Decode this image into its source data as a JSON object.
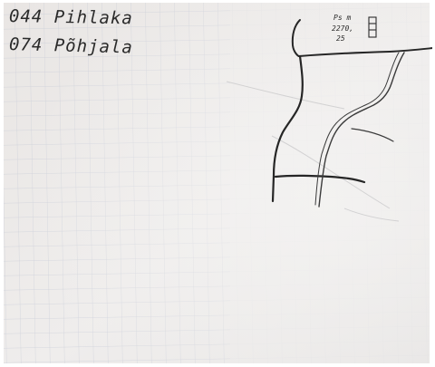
{
  "handwriting": {
    "line_1": "044 Pihlaka",
    "line_2": "074 Põhjala",
    "legend_line_1": "Ps m",
    "legend_line_2": "2270,",
    "legend_line_3": "25"
  },
  "colors": {
    "paper": "#ebe9e8",
    "grid": "#c9ccd6",
    "ink": "#2b2b2b",
    "frame": "#ffffff"
  }
}
